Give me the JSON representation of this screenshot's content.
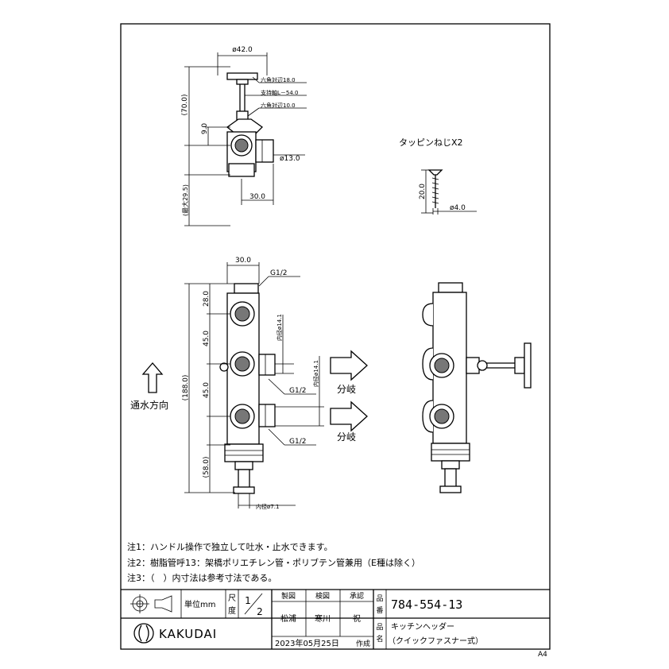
{
  "top_view": {
    "dim_dia42": "ø42.0",
    "dim_70": "(70.0)",
    "dim_9": "9.0",
    "dim_max29": "(最大29.5)",
    "dim_30": "30.0",
    "dim_dia13": "ø13.0",
    "note_hex18": "六角対辺18.0",
    "note_shaft": "支持軸L－54.0",
    "note_hex10": "六角対辺10.0"
  },
  "screw": {
    "label": "タッピンねじX2",
    "dim_20": "20.0",
    "dim_dia4": "ø4.0"
  },
  "front_view": {
    "dim_30": "30.0",
    "dim_g12_top": "G1/2",
    "dim_g12_mid": "G1/2",
    "dim_g12_bot": "G1/2",
    "dim_28": "28.0",
    "dim_45a": "45.0",
    "dim_45b": "45.0",
    "dim_188": "(188.0)",
    "dim_58": "(58.0)",
    "dim_id141a": "内径ø14.1",
    "dim_id141b": "内径ø14.1",
    "dim_id71": "内径ø7.1",
    "flow_label": "通水方向",
    "branch1": "分岐",
    "branch2": "分岐"
  },
  "notes": [
    "注1：ハンドル操作で独立して吐水・止水できます。",
    "注2：樹脂管呼13：架橋ポリエチレン管・ポリブテン管兼用（E種は除く）",
    "注3：（　）内寸法は参考寸法である。"
  ],
  "title_block": {
    "unit": "単位mm",
    "scale_label_1": "尺",
    "scale_label_2": "度",
    "scale_1": "1",
    "scale_2": "2",
    "drawn_h": "製図",
    "checked_h": "検図",
    "approved_h": "承認",
    "drawn": "松浦",
    "checked": "寒川",
    "approved": "祝",
    "number_h_1": "品",
    "number_h_2": "番",
    "number": "784-554-13",
    "name_h_1": "品",
    "name_h_2": "名",
    "name_1": "キッチンヘッダー",
    "name_2": "（クイックファスナー式）",
    "date": "2023年05月25日",
    "made": "作成",
    "logo": "KAKUDAI",
    "paper": "A4"
  }
}
